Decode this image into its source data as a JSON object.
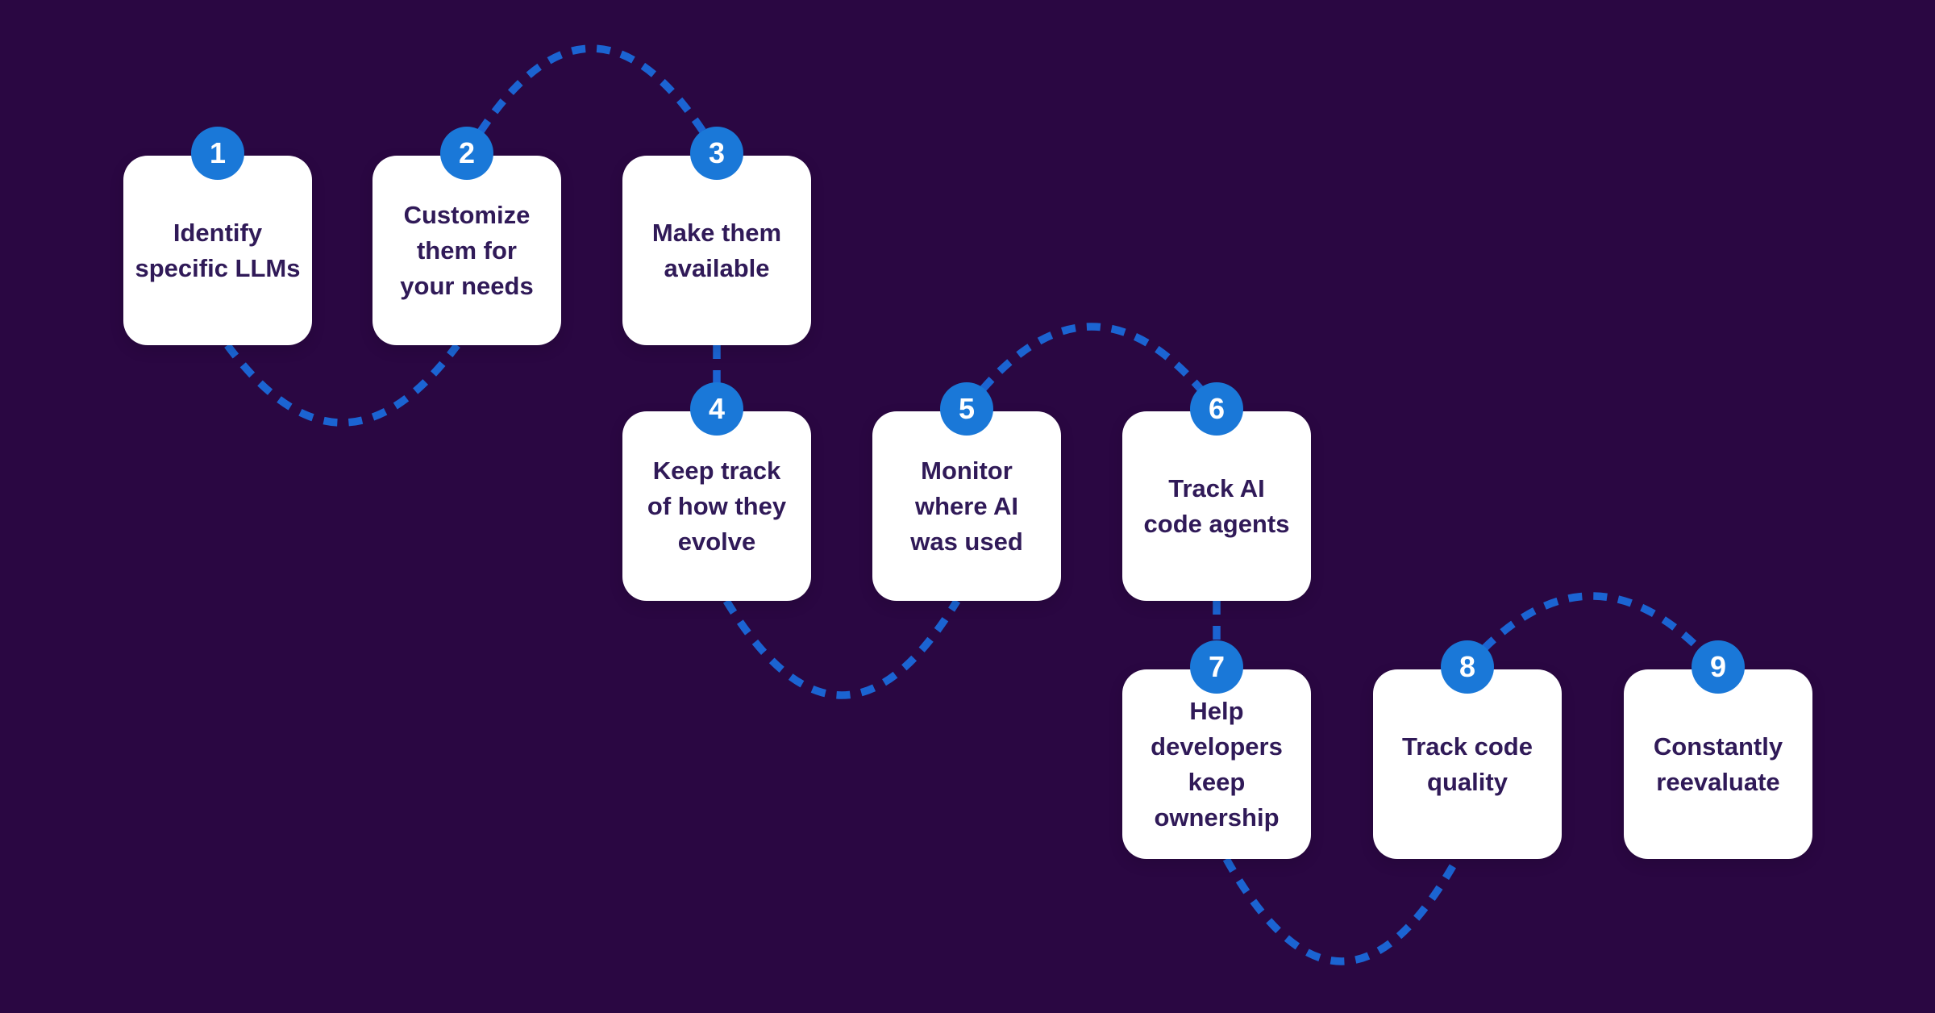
{
  "diagram": {
    "steps": [
      {
        "number": "1",
        "text": "Identify\nspecific LLMs"
      },
      {
        "number": "2",
        "text": "Customize\nthem for\nyour needs"
      },
      {
        "number": "3",
        "text": "Make them\navailable"
      },
      {
        "number": "4",
        "text": "Keep track\nof how they\nevolve"
      },
      {
        "number": "5",
        "text": "Monitor\nwhere AI\nwas used"
      },
      {
        "number": "6",
        "text": "Track AI\ncode agents"
      },
      {
        "number": "7",
        "text": "Help\ndevelopers\nkeep\nownership"
      },
      {
        "number": "8",
        "text": "Track code\nquality"
      },
      {
        "number": "9",
        "text": "Constantly\nreevaluate"
      }
    ],
    "colors": {
      "background": "#2a0742",
      "card_bg": "#ffffff",
      "card_text": "#301a58",
      "badge_bg": "#1a78d8",
      "badge_text": "#ffffff",
      "connector": "#1b64d2"
    }
  }
}
